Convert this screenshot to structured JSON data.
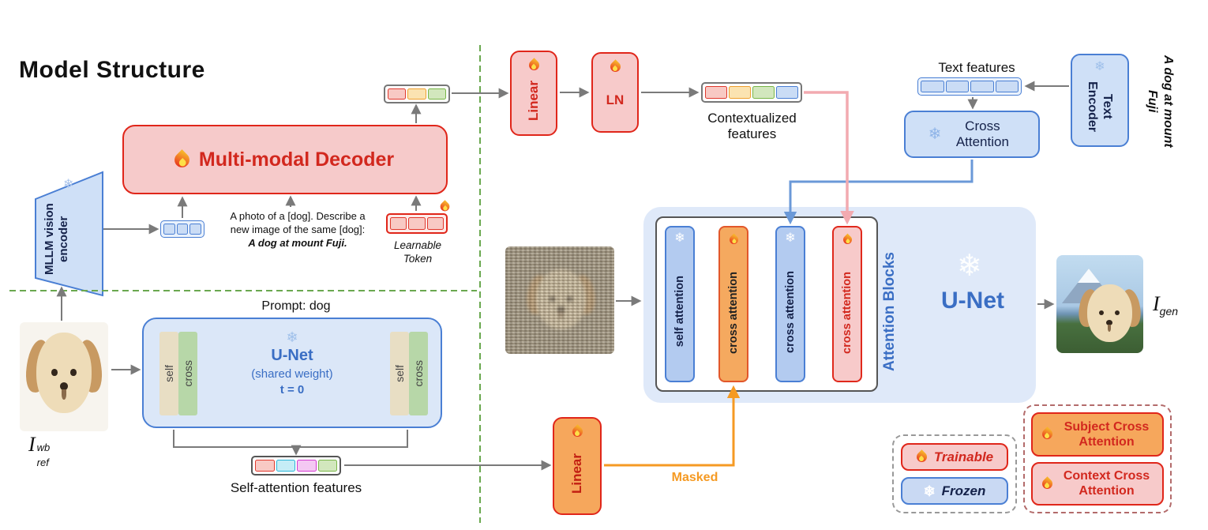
{
  "title": "Model Structure",
  "icons": {
    "snowflake": "❄"
  },
  "colors": {
    "trainable_red": "#e0261a",
    "frozen_blue": "#4a7fd4",
    "subject_orange": "#f6a75c",
    "masked_orange": "#f59a23",
    "divider_green": "#6aa84f"
  },
  "mllm_encoder": {
    "label": "MLLM vision encoder"
  },
  "decoder": {
    "label": "Multi-modal Decoder"
  },
  "decoder_prompt": {
    "line1": "A photo of a [dog]. Describe a",
    "line2": "new image of the same [dog]:",
    "line3": "A dog at mount Fuji."
  },
  "learnable_token": {
    "label": "Learnable Token"
  },
  "linear_top": {
    "label": "Linear"
  },
  "layer_norm": {
    "label": "LN"
  },
  "contextualized": {
    "label": "Contextualized features"
  },
  "text_branch": {
    "features_label": "Text features",
    "encoder_label": "Text Encoder",
    "caption": "A dog at mount Fuji",
    "cross_attention_label": "Cross Attention"
  },
  "unet_main": {
    "label": "U-Net",
    "blocks_label": "Attention Blocks",
    "bars": [
      {
        "label": "self attention"
      },
      {
        "label": "cross attention"
      },
      {
        "label": "cross attention"
      },
      {
        "label": "cross attention"
      }
    ]
  },
  "unet_shared": {
    "prompt": "Prompt: dog",
    "label": "U-Net",
    "shared": "(shared weight)",
    "timestep": "t = 0",
    "self_label": "self",
    "cross_label": "cross"
  },
  "self_attention_features": {
    "label": "Self-attention features"
  },
  "linear_bottom": {
    "label": "Linear",
    "masked": "Masked"
  },
  "io": {
    "ref": {
      "symbol": "I",
      "sup": "wb",
      "sub": "ref"
    },
    "gen": {
      "symbol": "I",
      "sub": "gen"
    }
  },
  "legend": {
    "trainable": "Trainable",
    "frozen": "Frozen",
    "subject": "Subject Cross Attention",
    "context": "Context Cross Attention"
  },
  "cells": {
    "palette": {
      "red": {
        "bg": "#f8c9c4",
        "bd": "#e0392e"
      },
      "orange": {
        "bg": "#fbe3b1",
        "bd": "#efa02f"
      },
      "green": {
        "bg": "#d2e7bd",
        "bd": "#79b648"
      },
      "blue": {
        "bg": "#cadcf5",
        "bd": "#4a7fd4"
      },
      "cyan": {
        "bg": "#c5edf6",
        "bd": "#2bb5d8"
      },
      "magenta": {
        "bg": "#f4c8f3",
        "bd": "#d43ad0"
      }
    },
    "decoder_out": [
      "red",
      "orange",
      "green"
    ],
    "mllm_tokens": [
      "blue",
      "blue",
      "blue"
    ],
    "learnable": [
      "red",
      "red",
      "red"
    ],
    "contextualized": [
      "red",
      "orange",
      "green",
      "blue"
    ],
    "text_features": [
      "blue",
      "blue",
      "blue",
      "blue"
    ],
    "self_attention": [
      "red",
      "cyan",
      "magenta",
      "green"
    ]
  }
}
